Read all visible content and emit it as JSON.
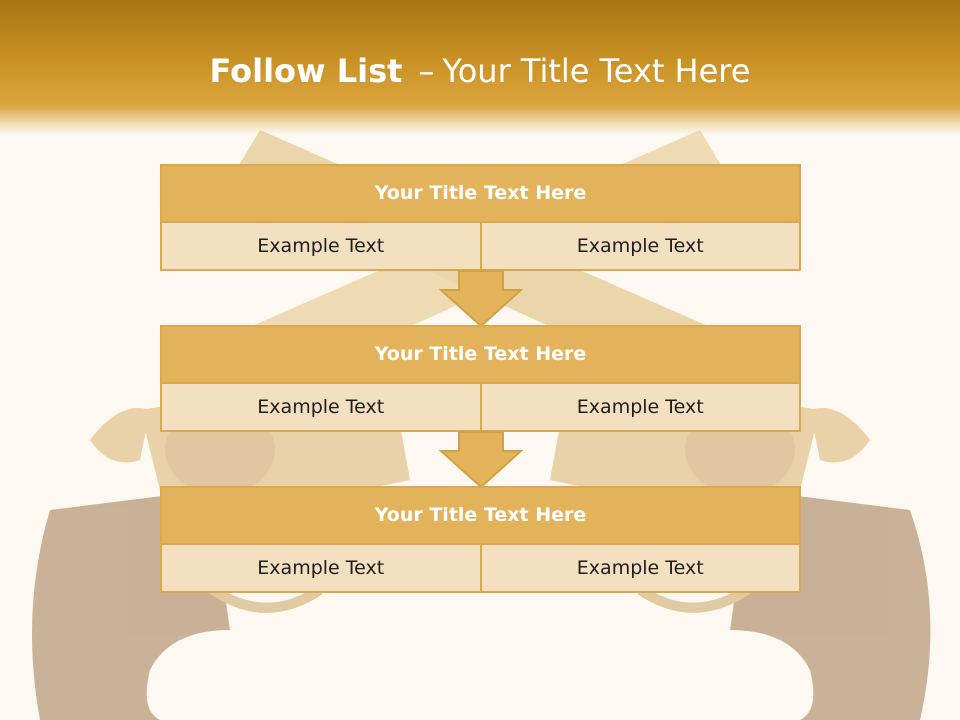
{
  "slide": {
    "title_bold": "Follow List",
    "title_sep": "–",
    "title_rest": "Your Title Text Here"
  },
  "blocks": [
    {
      "title": "Your Title Text Here",
      "left": "Example Text",
      "right": "Example Text"
    },
    {
      "title": "Your Title Text Here",
      "left": "Example Text",
      "right": "Example Text"
    },
    {
      "title": "Your Title Text Here",
      "left": "Example Text",
      "right": "Example Text"
    }
  ],
  "colors": {
    "header": "#c99125",
    "block_border": "#dba94b",
    "block_title": "#e3b35b",
    "block_cell": "#f3e0c0",
    "background": "#fdf9f2"
  },
  "icons": {
    "background": "crossed-revolvers-illustration",
    "connector": "down-arrow-icon"
  }
}
